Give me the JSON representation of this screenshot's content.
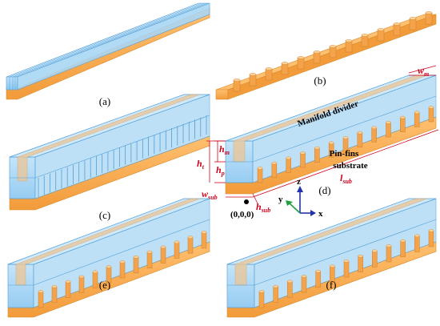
{
  "panels": {
    "a": "(a)",
    "b": "(b)",
    "c": "(c)",
    "d": "(d)",
    "e": "(e)",
    "f": "(f)"
  },
  "labels": {
    "manifold_divider": "Manifold divider",
    "pin_fins": "Pin-fins",
    "substrate": "substrate",
    "origin": "(0,0,0)"
  },
  "dimensions": {
    "wm": {
      "base": "w",
      "sub": "m"
    },
    "hm": {
      "base": "h",
      "sub": "m"
    },
    "ht": {
      "base": "h",
      "sub": "t"
    },
    "hp": {
      "base": "h",
      "sub": "p"
    },
    "lsub": {
      "base": "l",
      "sub": "sub"
    },
    "wsub": {
      "base": "w",
      "sub": "sub"
    },
    "hsub": {
      "base": "h",
      "sub": "sub"
    }
  },
  "axes": {
    "x": "x",
    "y": "y",
    "z": "z"
  },
  "colors": {
    "water": "#a9d6f5",
    "water_edge": "#4f9fd8",
    "substrate": "#f7a94a",
    "substrate_edge": "#d98a2b",
    "divider": "#e9c79a",
    "annotation": "#d0021b",
    "axis_z": "#2233aa",
    "axis_y": "#1e9e3e",
    "axis_x": "#2233aa"
  }
}
